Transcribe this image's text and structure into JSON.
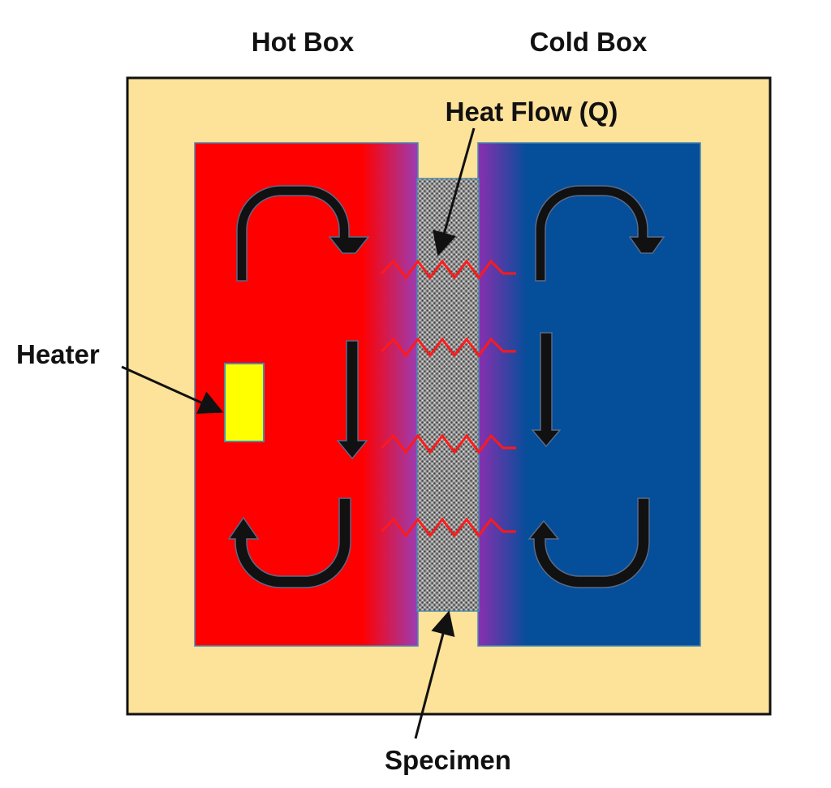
{
  "labels": {
    "hot_box": "Hot Box",
    "cold_box": "Cold Box",
    "heat_flow": "Heat Flow (Q)",
    "heater": "Heater",
    "specimen": "Specimen"
  },
  "colors": {
    "insulation": "#fde29a",
    "hot": "#ff0000",
    "hot_edge": "#9b3cb4",
    "cold": "#054e99",
    "cold_edge": "#8a2fb0",
    "heater": "#ffff00",
    "specimen": "#8c8c8c",
    "heat_wave": "#ff1a1a",
    "arrow": "#111111"
  },
  "icons": {
    "circulation": "circulation-arrow-icon",
    "heat_wave": "heat-wave-icon"
  }
}
